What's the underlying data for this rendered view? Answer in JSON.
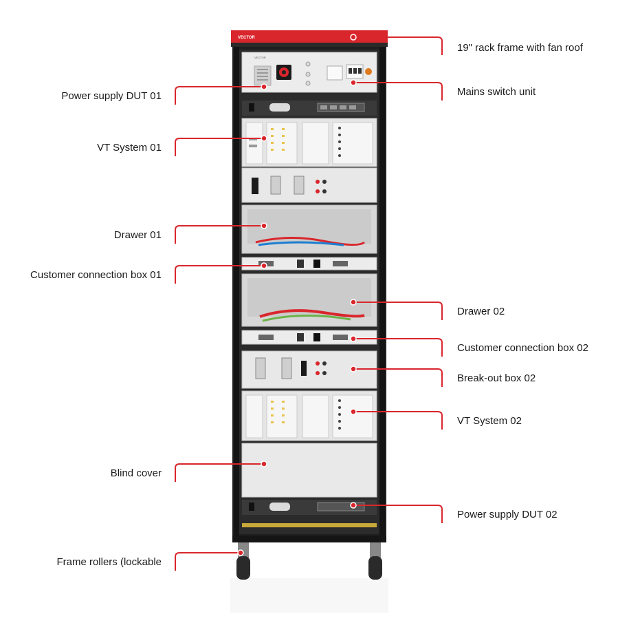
{
  "brand": {
    "logo_text": "VECTOR",
    "accent": "#d9262c",
    "rack_color": "#1e1e1e",
    "panel_color": "#e9e9e9"
  },
  "callouts_left": [
    {
      "id": "power-supply-dut-01",
      "label": "Power supply DUT 01"
    },
    {
      "id": "vt-system-01",
      "label": "VT System 01"
    },
    {
      "id": "drawer-01",
      "label": "Drawer 01"
    },
    {
      "id": "customer-connection-box-01",
      "label": "Customer connection box 01"
    },
    {
      "id": "blind-cover",
      "label": "Blind cover"
    },
    {
      "id": "frame-rollers",
      "label": "Frame rollers (lockable"
    }
  ],
  "callouts_right": [
    {
      "id": "rack-frame",
      "label": "19\" rack frame with fan roof"
    },
    {
      "id": "mains-switch-unit",
      "label": "Mains switch unit"
    },
    {
      "id": "drawer-02",
      "label": "Drawer 02"
    },
    {
      "id": "customer-connection-box-02",
      "label": "Customer connection box 02"
    },
    {
      "id": "break-out-box-02",
      "label": "Break-out box 02"
    },
    {
      "id": "vt-system-02",
      "label": "VT System 02"
    },
    {
      "id": "power-supply-dut-02",
      "label": "Power supply DUT 02"
    }
  ]
}
